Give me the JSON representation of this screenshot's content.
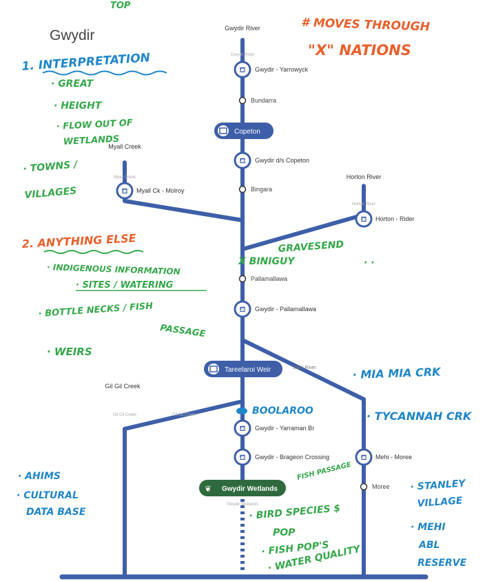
{
  "title": "Gwydir",
  "rivers": {
    "gwydir": "Gwydir River",
    "myall": "Myall Creek",
    "horton": "Horton River",
    "gilgil": "Gil Gil Creek",
    "mehi": "Mehi River"
  },
  "faint_labels": {
    "gwydir_top": "Gwydir River",
    "myall_small": "Myall Creek",
    "horton_small": "Horton River",
    "gil_small_1": "Gil Gil Creek",
    "gil_small_2": "Gil Gil Creek",
    "wetlands_below": "Gwydir Wetlands"
  },
  "stations": {
    "yarrowyck": "Gwydir - Yarrowyck",
    "bundarra": "Bundarra",
    "copeton": "Copeton",
    "dscopeton": "Gwydir d/s Copeton",
    "bingara": "Bingara",
    "molroy": "Myall Ck - Molroy",
    "rider": "Horton - Rider",
    "pallamallawa_town": "Pallamallawa",
    "pallamallawa": "Gwydir - Pallamallawa",
    "tareelaroi": "Tareelaroi Weir",
    "yarraman": "Gwydir - Yarraman Br",
    "bragon": "Gwydir - Brageon Crossing",
    "mehi_moree": "Mehi - Moree",
    "moree": "Moree",
    "wetlands": "Gwydir Wetlands"
  },
  "notes": {
    "moves_1": "# MOVES THROUGH",
    "moves_2": "\"X\" NATIONS",
    "n1": "1. INTERPRETATION",
    "n1a": "· GREAT",
    "n1b": "· HEIGHT",
    "n1c": "· FLOW OUT OF",
    "n1d": "WETLANDS",
    "n1e": "· TOWNS /",
    "n1f": "VILLAGES",
    "n2": "2. ANYTHING ELSE",
    "n2a": "· INDIGENOUS INFORMATION",
    "n2b": "· SITES / WATERING",
    "n2c": "· BOTTLE NECKS / FISH",
    "n2d": "PASSAGE",
    "n2e": "· WEIRS",
    "gravesend": "GRAVESEND",
    "biniguy": "X BINIGUY",
    "dots": "· ·",
    "miamia": "· MIA MIA CRK",
    "tycannah": "· TYCANNAH CRK",
    "boolaroo": "BOOLAROO",
    "fishpass": "FISH PASSAGE",
    "ahims": "· AHIMS",
    "cultural1": "· CULTURAL",
    "cultural2": "DATA BASE",
    "bird1": "· BIRD SPECIES $",
    "bird2": "POP",
    "fishpops": "· FISH POP'S",
    "water": "· WATER QUALITY",
    "stanley1": "· STANLEY",
    "stanley2": "VILLAGE",
    "mehi1": "· MEHI",
    "mehi2": "ABL",
    "mehi3": "RESERVE",
    "top_scribble": "TOP"
  },
  "colors": {
    "line": "#3e5fa8",
    "pill_dark": "#2f6a3e",
    "orange": "#e8602c",
    "green": "#35a84a",
    "blue": "#1f86c9",
    "text": "#333333"
  }
}
